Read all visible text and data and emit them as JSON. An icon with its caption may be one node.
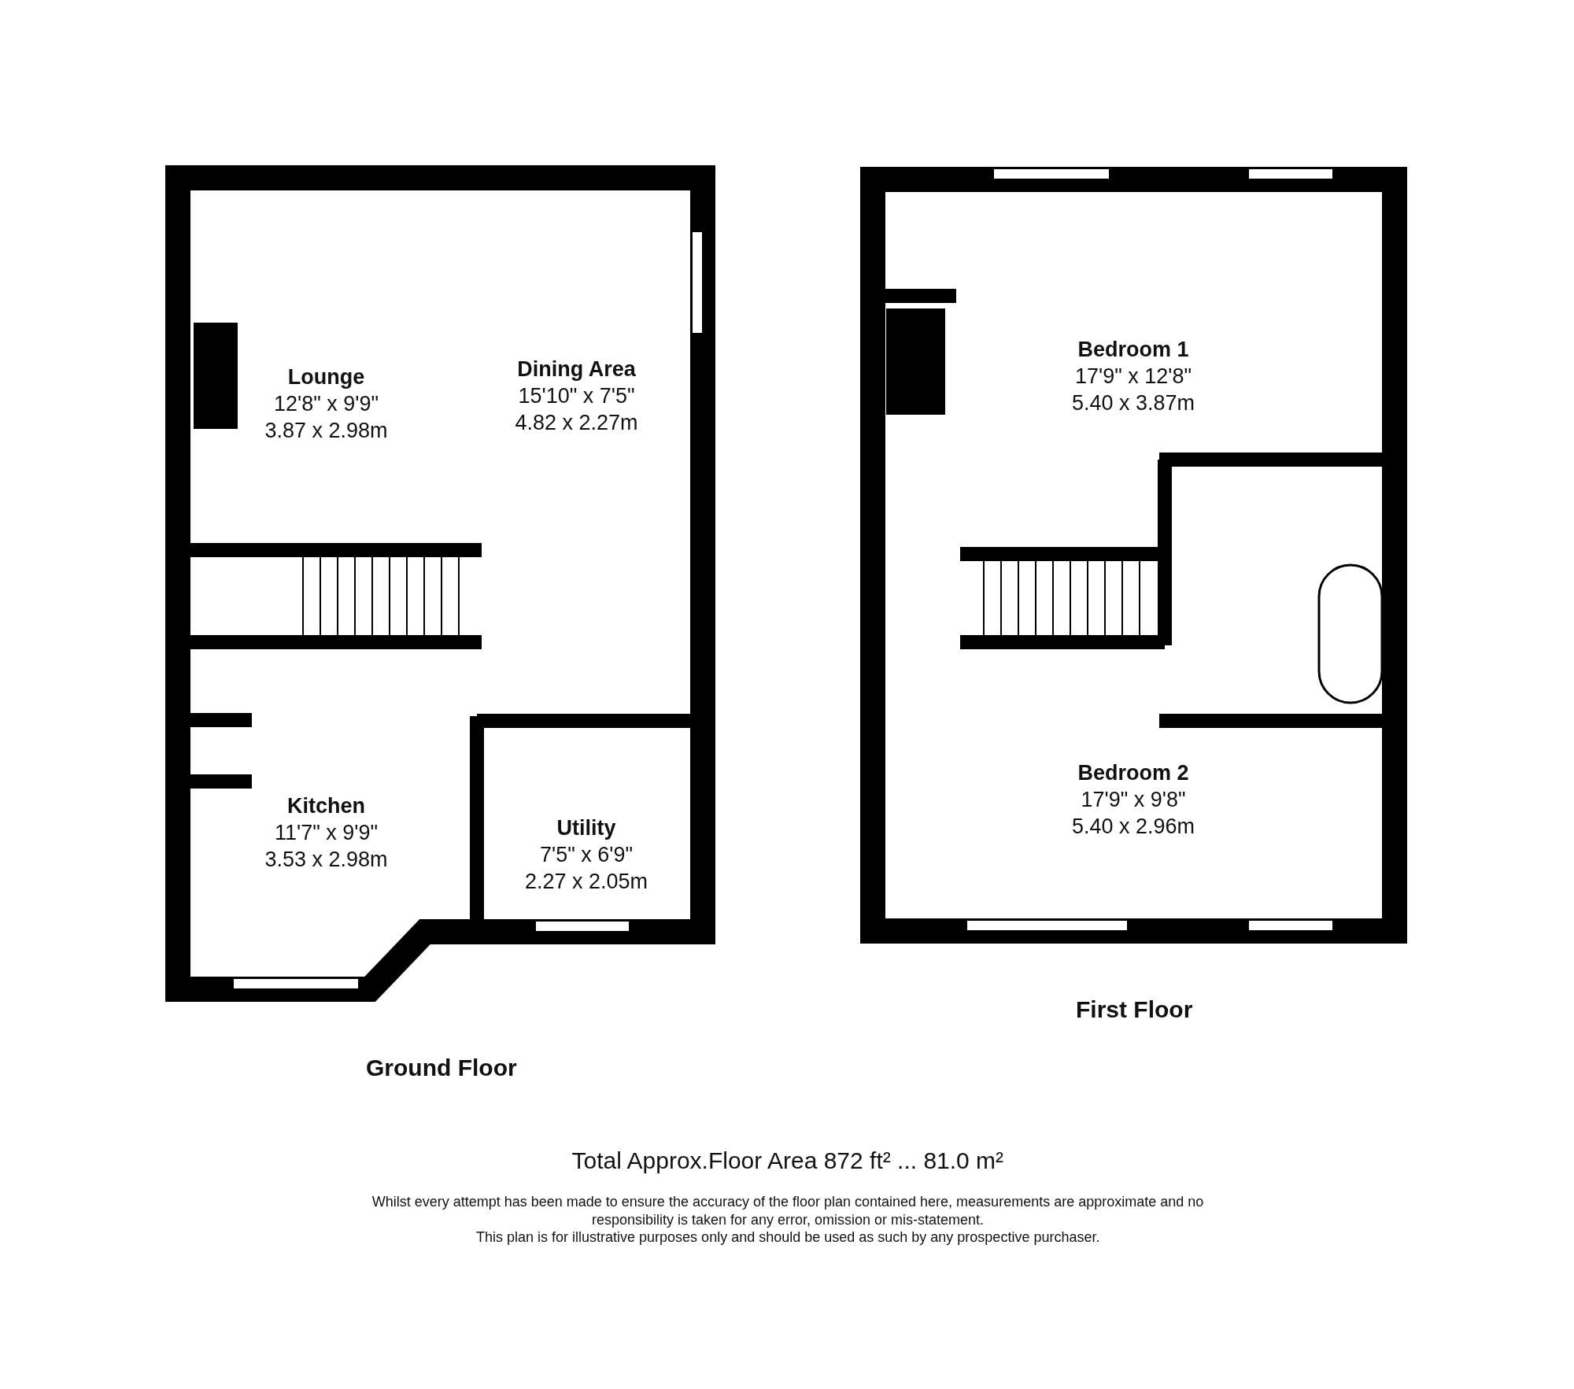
{
  "diagram": {
    "nodes": [
      {
        "text": [
          "Lounge",
          "12'8\" x 9'9\"",
          "3.87 x 2.98m"
        ]
      },
      {
        "text": [
          "Dining Area",
          "15'10\" x 7'5\"",
          "4.82 x 2.27m"
        ]
      },
      {
        "text": [
          "Kitchen",
          "11'7\" x 9'9\"",
          "3.53 x 2.98m"
        ]
      },
      {
        "text": [
          "Utility",
          "7'5\" x 6'9\"",
          "2.27 x 2.05m"
        ]
      },
      {
        "text": [
          "Bedroom 1",
          "17'9\" x 12'8\"",
          "5.40 x 3.87m"
        ]
      },
      {
        "text": [
          "Bedroom 2",
          "17'9\" x 9'8\"",
          "5.40 x 2.96m"
        ]
      }
    ],
    "labels": [
      "First Floor",
      "Ground Floor",
      "Total Approx.Floor Area 872 ft² ... 81.0 m²",
      "Whilst every attempt has been made to ensure the accuracy of the floor plan contained here, measurements are approximate and no responsibility is taken for any error, omission or mis-statement.",
      "This plan is for illustrative purposes only and should be used as such by any prospective purchaser."
    ]
  }
}
